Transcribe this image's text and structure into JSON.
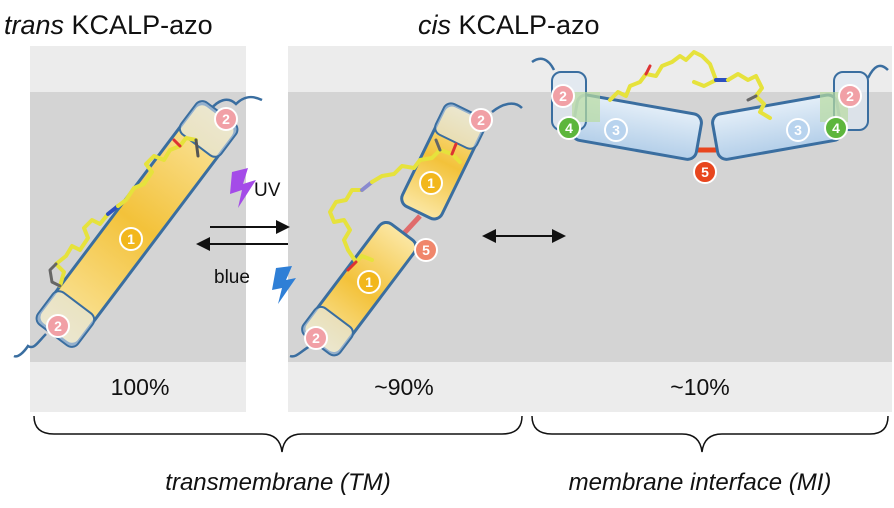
{
  "titles": {
    "trans_prefix": "trans",
    "trans_suffix": " KCALP-azo",
    "cis_prefix": "cis",
    "cis_suffix": " KCALP-azo"
  },
  "switch_labels": {
    "uv": "UV",
    "blue": "blue"
  },
  "populations": {
    "trans": "100%",
    "cis_tm": "~90%",
    "cis_mi": "~10%"
  },
  "brackets": {
    "tm_main": "transmembrane ",
    "tm_abbr": "(TM)",
    "mi_main": "membrane interface ",
    "mi_abbr": "(MI)"
  },
  "markers": {
    "one": "1",
    "two": "2",
    "three": "3",
    "four": "4",
    "five": "5"
  },
  "colors": {
    "membrane": "#d4d4d4",
    "background_panel": "#ececec",
    "helix_fill": "#f2c640",
    "helix_stroke": "#3a6ea0",
    "ic_helix_fill": "#c2d9ee",
    "marker_1": "#f2b71c",
    "marker_2": "#f1a0a6",
    "marker_3": "#b8d3ee",
    "marker_4": "#5db63c",
    "marker_5_tm": "#f0866b",
    "marker_5_mi": "#e8461e",
    "uv": "#a44be8",
    "blue": "#2f7fd6",
    "azobenzene": "#e6e23c"
  }
}
